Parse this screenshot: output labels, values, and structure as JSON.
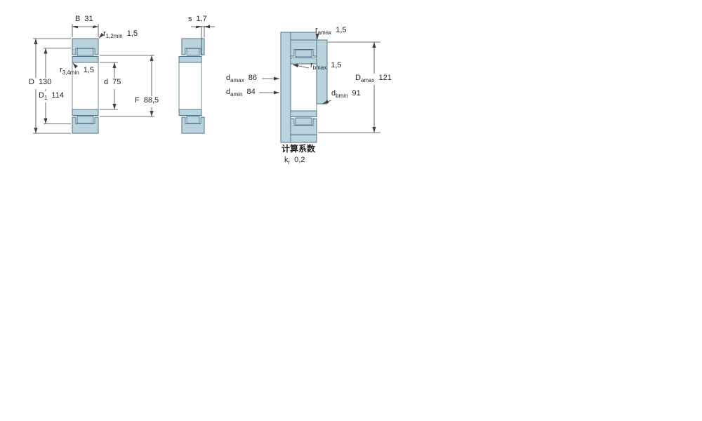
{
  "colors": {
    "part_fill": "#bad3dd",
    "part_outline": "#4f7589",
    "dimension_line": "#404040",
    "text": "#222222"
  },
  "views": {
    "cross_section": {
      "dimensions": {
        "B": {
          "base": "B",
          "sub": "",
          "value": "31"
        },
        "r12min": {
          "base": "r",
          "sub": "1,2min",
          "value": "1,5"
        },
        "r34min": {
          "base": "r",
          "sub": "3,4min",
          "value": "1,5"
        },
        "D": {
          "base": "D",
          "sub": "",
          "value": "130"
        },
        "D1": {
          "base": "D",
          "sub": "1",
          "value": "114"
        },
        "d": {
          "base": "d",
          "sub": "",
          "value": "75"
        },
        "F": {
          "base": "F",
          "sub": "",
          "value": "88,5"
        }
      }
    },
    "side_view": {
      "dimensions": {
        "s": {
          "base": "s",
          "sub": "",
          "value": "1,7"
        }
      }
    },
    "mounting": {
      "dimensions": {
        "ra_max": {
          "base": "r",
          "sub": "amax",
          "value": "1,5"
        },
        "rb_max": {
          "base": "r",
          "sub": "bmax",
          "value": "1,5"
        },
        "da_max": {
          "base": "d",
          "sub": "amax",
          "value": "86"
        },
        "da_min": {
          "base": "d",
          "sub": "amin",
          "value": "84"
        },
        "db_min": {
          "base": "d",
          "sub": "bmin",
          "value": "91"
        },
        "Da_max": {
          "base": "D",
          "sub": "amax",
          "value": "121"
        }
      }
    },
    "calculation_factors": {
      "header": "计算系数",
      "kr": {
        "base": "k",
        "sub": "r",
        "value": "0,2"
      }
    }
  }
}
